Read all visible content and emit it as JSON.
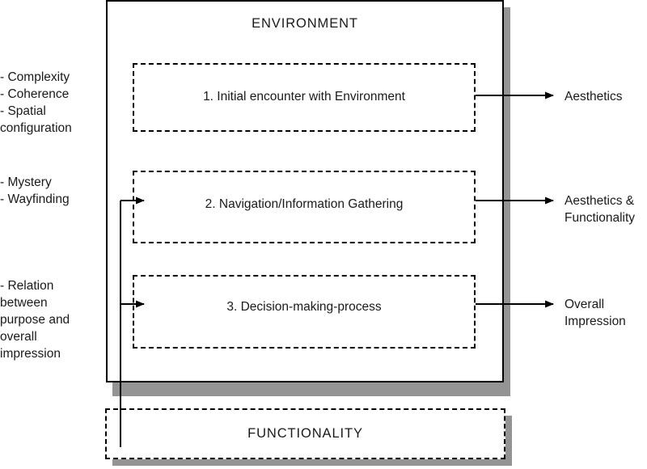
{
  "diagram": {
    "environment": {
      "title": "ENVIRONMENT",
      "stages": [
        {
          "label": "1. Initial encounter with Environment"
        },
        {
          "label": "2. Navigation/Information Gathering"
        },
        {
          "label": "3. Decision-making-process"
        }
      ]
    },
    "functionality": {
      "title": "FUNCTIONALITY"
    },
    "inputs": [
      {
        "text": "- Complexity\n- Coherence\n- Spatial\nconfiguration"
      },
      {
        "text": "- Mystery\n- Wayfinding"
      },
      {
        "text": "- Relation\nbetween\npurpose and\noverall\nimpression"
      }
    ],
    "outputs": [
      {
        "text": "Aesthetics"
      },
      {
        "text": "Aesthetics &\nFunctionality"
      },
      {
        "text": "Overall\nImpression"
      }
    ],
    "colors": {
      "stroke": "#000000",
      "shadow": "#949494",
      "background": "#ffffff",
      "text": "#1a1a1a"
    }
  }
}
